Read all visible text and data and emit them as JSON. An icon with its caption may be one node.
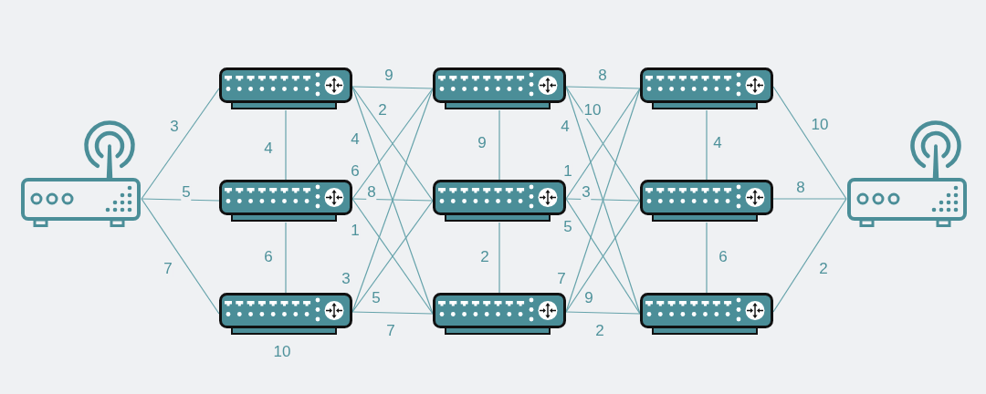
{
  "diagram": {
    "nodes": [
      {
        "text": [],
        "shape": "picture"
      },
      {
        "text": [],
        "shape": "picture"
      },
      {
        "text": [],
        "shape": "picture"
      },
      {
        "text": [],
        "shape": "picture"
      },
      {
        "text": [],
        "shape": "picture"
      },
      {
        "text": [],
        "shape": "picture"
      },
      {
        "text": [],
        "shape": "picture"
      },
      {
        "text": [],
        "shape": "picture"
      },
      {
        "text": [],
        "shape": "picture"
      },
      {
        "text": [],
        "shape": "picture"
      },
      {
        "text": [],
        "shape": "picture"
      }
    ],
    "edges": [
      {
        "from": 0,
        "to": 1,
        "arrow": "none",
        "label": "3"
      },
      {
        "from": 0,
        "to": 2,
        "arrow": "none",
        "label": "5"
      },
      {
        "from": 0,
        "to": 3,
        "arrow": "none",
        "label": "7"
      },
      {
        "from": 1,
        "to": 2,
        "arrow": "none",
        "label": "4"
      },
      {
        "from": 2,
        "to": 3,
        "arrow": "none",
        "label": "6"
      },
      {
        "from": 1,
        "to": 4,
        "arrow": "none",
        "label": "9"
      },
      {
        "from": 1,
        "to": 5,
        "arrow": "none",
        "label": "2"
      },
      {
        "from": 1,
        "to": 6,
        "arrow": "none",
        "label": "4"
      },
      {
        "from": 2,
        "to": 4,
        "arrow": "none",
        "label": "6"
      },
      {
        "from": 2,
        "to": 5,
        "arrow": "none",
        "label": "8"
      },
      {
        "from": 2,
        "to": 6,
        "arrow": "none",
        "label": "1"
      },
      {
        "from": 3,
        "to": 4,
        "arrow": "none",
        "label": "3"
      },
      {
        "from": 3,
        "to": 5,
        "arrow": "none",
        "label": "5"
      },
      {
        "from": 3,
        "to": 6,
        "arrow": "none",
        "label": "7"
      },
      {
        "from": 4,
        "to": 5,
        "arrow": "none",
        "label": "9"
      },
      {
        "from": 5,
        "to": 6,
        "arrow": "none",
        "label": "2"
      },
      {
        "from": 4,
        "to": 7,
        "arrow": "none",
        "label": "8"
      },
      {
        "from": 4,
        "to": 8,
        "arrow": "none",
        "label": "10"
      },
      {
        "from": 4,
        "to": 9,
        "arrow": "none",
        "label": "4"
      },
      {
        "from": 5,
        "to": 7,
        "arrow": "none",
        "label": "1"
      },
      {
        "from": 5,
        "to": 8,
        "arrow": "none",
        "label": "3"
      },
      {
        "from": 5,
        "to": 9,
        "arrow": "none",
        "label": "5"
      },
      {
        "from": 6,
        "to": 7,
        "arrow": "none",
        "label": "7"
      },
      {
        "from": 6,
        "to": 8,
        "arrow": "none",
        "label": "9"
      },
      {
        "from": 6,
        "to": 9,
        "arrow": "none",
        "label": "2"
      },
      {
        "from": 7,
        "to": 8,
        "arrow": "none",
        "label": "4"
      },
      {
        "from": 8,
        "to": 9,
        "arrow": "none",
        "label": "6"
      },
      {
        "from": 7,
        "to": 10,
        "arrow": "none",
        "label": "10"
      },
      {
        "from": 8,
        "to": 10,
        "arrow": "none",
        "label": "8"
      },
      {
        "from": 9,
        "to": 10,
        "arrow": "none",
        "label": "2"
      }
    ],
    "labels": [
      "10"
    ]
  }
}
